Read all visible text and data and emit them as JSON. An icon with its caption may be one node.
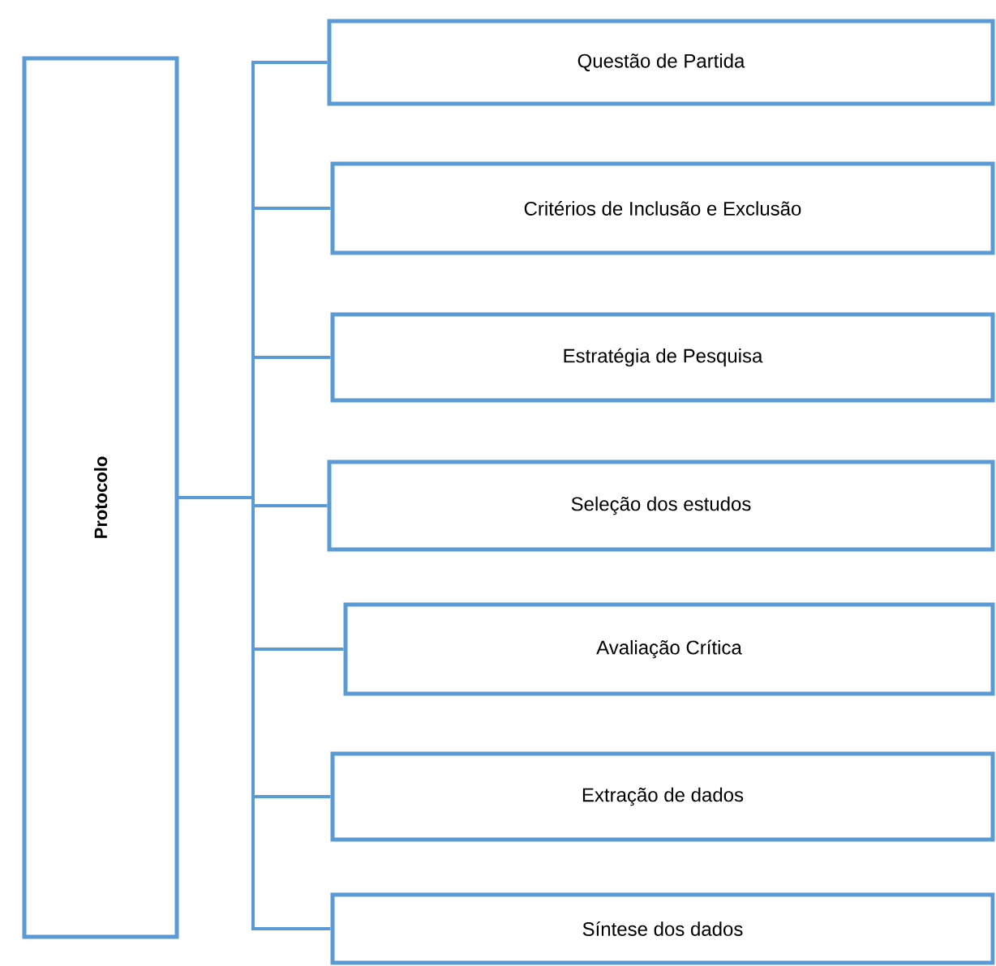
{
  "diagram": {
    "nodes": [
      {
        "text": [
          "Protocolo"
        ]
      },
      {
        "text": [
          "Questão de Partida"
        ]
      },
      {
        "text": [
          "Critérios de Inclusão e Exclusão"
        ]
      },
      {
        "text": [
          "Estratégia de Pesquisa"
        ]
      },
      {
        "text": [
          "Seleção dos estudos"
        ]
      },
      {
        "text": [
          "Avaliação Crítica"
        ]
      },
      {
        "text": [
          "Extração de dados"
        ]
      },
      {
        "text": [
          "Síntese dos dados"
        ]
      }
    ],
    "edges": [
      {
        "from": 0,
        "to": 1,
        "arrow": "none"
      },
      {
        "from": 0,
        "to": 2,
        "arrow": "none"
      },
      {
        "from": 0,
        "to": 3,
        "arrow": "none"
      },
      {
        "from": 0,
        "to": 4,
        "arrow": "none"
      },
      {
        "from": 0,
        "to": 5,
        "arrow": "none"
      },
      {
        "from": 0,
        "to": 6,
        "arrow": "none"
      },
      {
        "from": 0,
        "to": 7,
        "arrow": "none"
      }
    ]
  }
}
